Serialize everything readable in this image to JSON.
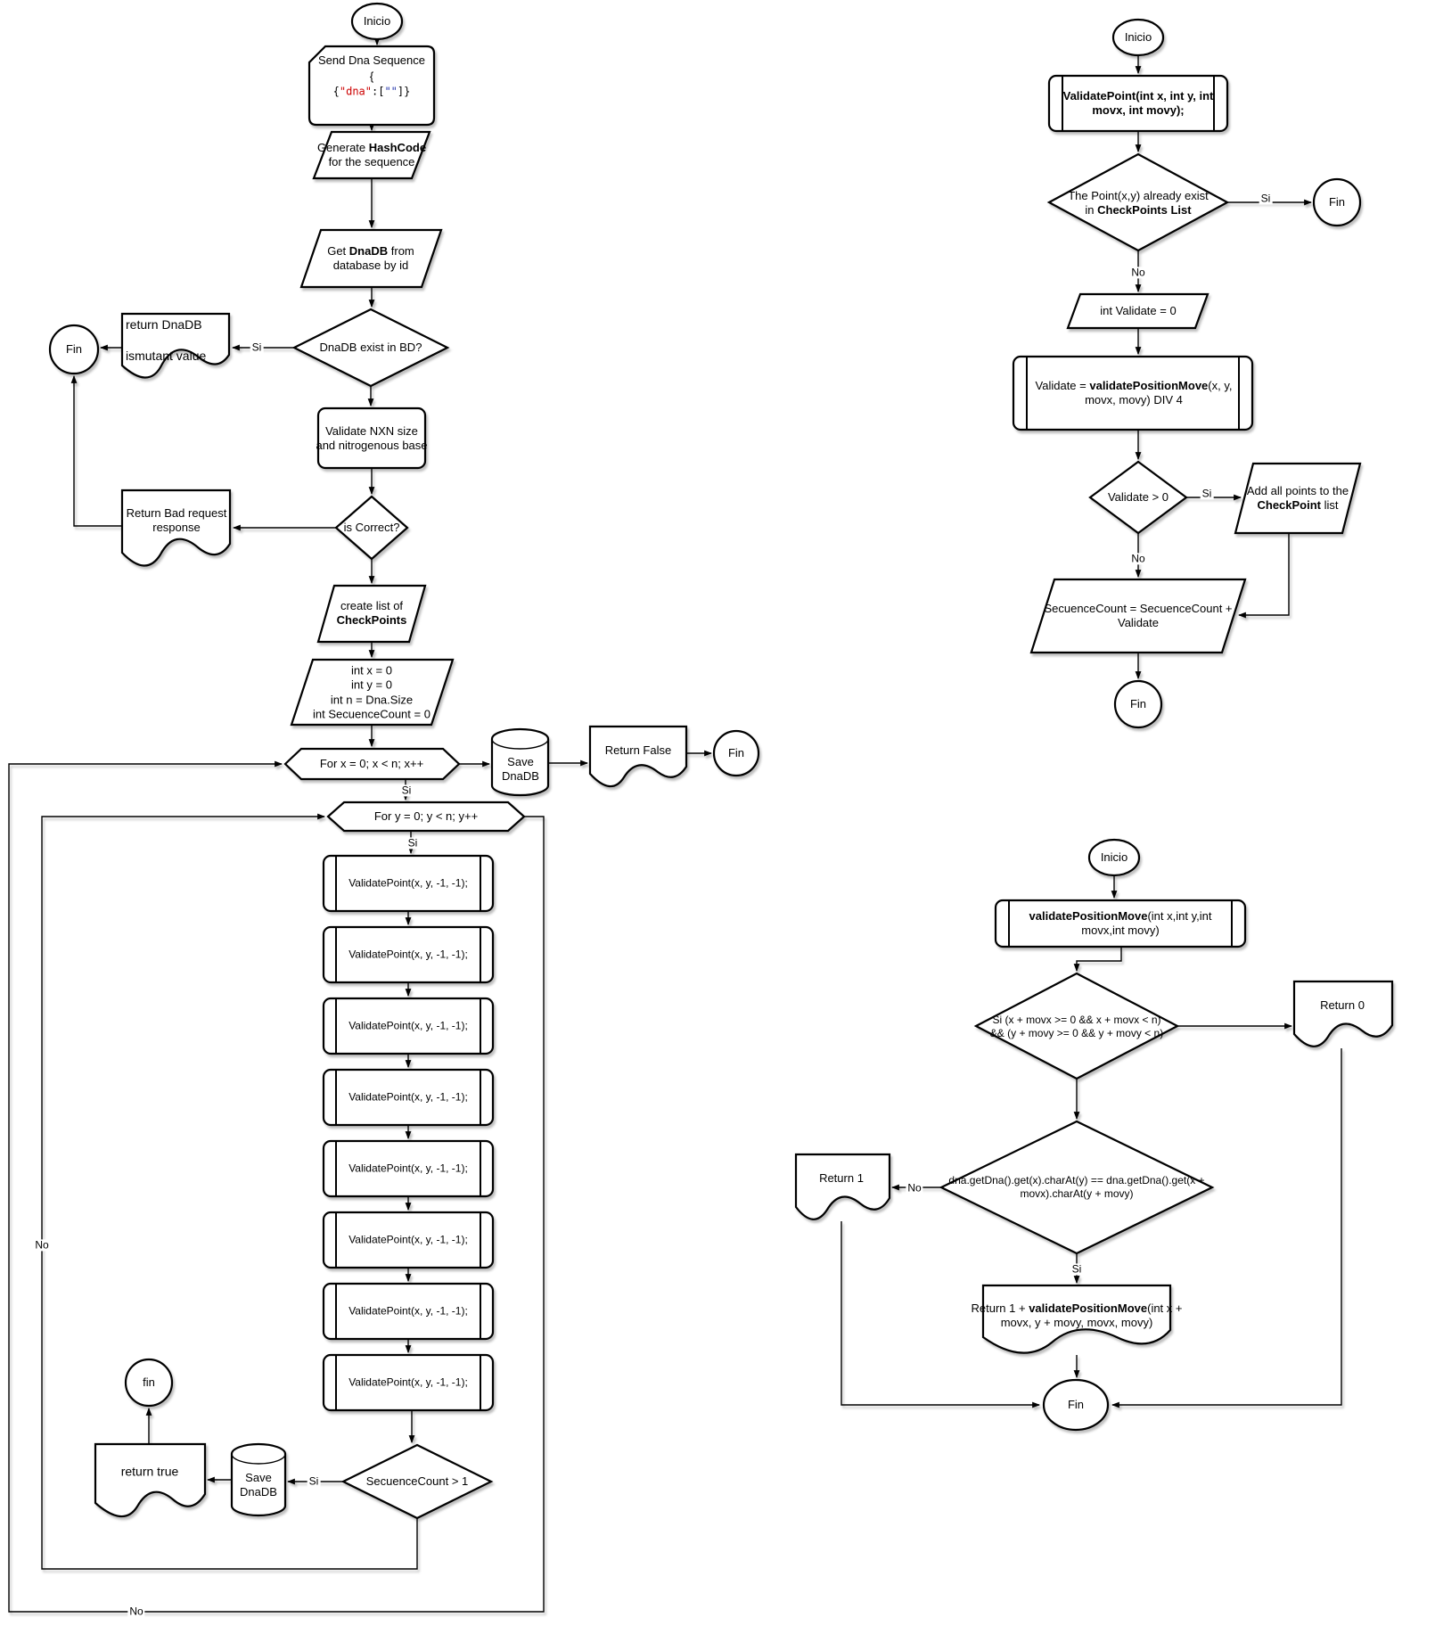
{
  "edge_labels": {
    "si": "Si",
    "no": "No"
  },
  "diagram": {
    "main": {
      "start": "Inicio",
      "send_title": "Send Dna Sequence",
      "send_brace": "{",
      "send_json": [
        {
          "t": "{",
          "m": 1
        },
        {
          "t": "\"dna\"",
          "m": 1,
          "c": "#cc0000"
        },
        {
          "t": ":[",
          "m": 1
        },
        {
          "t": "\"\"",
          "m": 1,
          "c": "#2233aa"
        },
        {
          "t": "]}",
          "m": 1
        }
      ],
      "gen_hash": [
        {
          "t": "Generate "
        },
        {
          "t": "HashCode",
          "b": 1
        },
        {
          "t": "\nfor the sequence"
        }
      ],
      "get_db": [
        {
          "t": "Get "
        },
        {
          "t": "DnaDB",
          "b": 1
        },
        {
          "t": " from\ndatabase by id"
        }
      ],
      "db_exist": "DnaDB exist in BD?",
      "return_db": "return DnaDB\n\nismutant value",
      "fin_a": "Fin",
      "validate_nxn": "Validate NXN size\nand nitrogenous base",
      "is_correct": "is Correct?",
      "bad_request": "Return Bad request\nresponse",
      "create_list": [
        {
          "t": "create list of\n"
        },
        {
          "t": "CheckPoints",
          "b": 1
        }
      ],
      "init_vars": "int x = 0\nint y = 0\nint n = Dna.Size\nint SecuenceCount = 0",
      "for_x": "For x = 0; x < n; x++",
      "save_db": "Save\nDnaDB",
      "return_false": "Return False",
      "fin_b": "Fin",
      "for_y": "For y = 0; y < n; y++",
      "validate_point": "ValidatePoint(x, y, -1, -1);",
      "seq_gt": "SecuenceCount > 1",
      "return_true": "return true",
      "fin_c": "fin"
    },
    "validate_point_fn": {
      "start": "Inicio",
      "header": [
        {
          "t": "ValidatePoint(int x, int y, int\nmovx, int movy);",
          "b": 1
        }
      ],
      "exists": [
        {
          "t": "The Point(x,y) already exist\nin "
        },
        {
          "t": "CheckPoints List",
          "b": 1
        }
      ],
      "fin_a": "Fin",
      "init_validate": "int Validate = 0",
      "call": [
        {
          "t": "Validate = "
        },
        {
          "t": "validatePositionMove",
          "b": 1
        },
        {
          "t": "(x, y,\nmovx, movy) DIV 4"
        }
      ],
      "gt_zero": "Validate > 0",
      "add_points": [
        {
          "t": "Add all points to the\n"
        },
        {
          "t": "CheckPoint",
          "b": 1
        },
        {
          "t": " list"
        }
      ],
      "seq_sum": "SecuenceCount = SecuenceCount +\nValidate",
      "fin_b": "Fin"
    },
    "validate_position_move_fn": {
      "start": "Inicio",
      "header": [
        {
          "t": "validatePositionMove",
          "b": 1
        },
        {
          "t": "(int x,int y,int\nmovx,int movy)"
        }
      ],
      "bounds": "Si (x + movx >= 0 && x + movx < n)\n&& (y + movy >= 0 && y + movy < n)",
      "return_zero": "Return 0",
      "compare": "dna.getDna().get(x).charAt(y) == dna.getDna().get(x +\nmovx).charAt(y + movy)",
      "return_one": "Return 1",
      "recurse": [
        {
          "t": "Return 1 +  "
        },
        {
          "t": "validatePositionMove",
          "b": 1
        },
        {
          "t": "(int x +\nmovx, y + movy, movx, movy)"
        }
      ],
      "fin": "Fin"
    }
  }
}
